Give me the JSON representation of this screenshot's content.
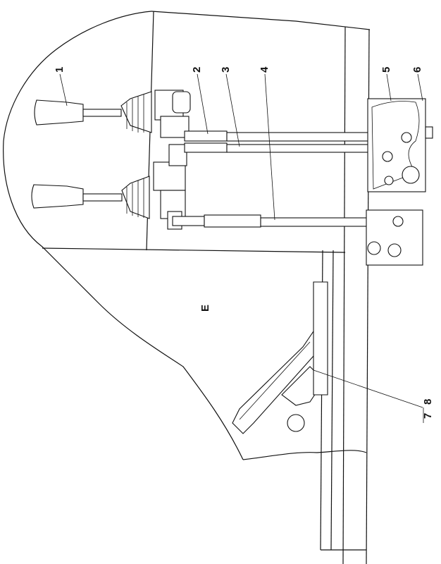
{
  "view_label": "E",
  "callouts": [
    {
      "id": "1",
      "text": "1"
    },
    {
      "id": "2",
      "text": "2"
    },
    {
      "id": "3",
      "text": "3"
    },
    {
      "id": "4",
      "text": "4"
    },
    {
      "id": "5",
      "text": "5"
    },
    {
      "id": "6",
      "text": "6"
    },
    {
      "id": "7",
      "text": "7"
    },
    {
      "id": "8",
      "text": "8"
    }
  ],
  "colors": {
    "ink": "#111111",
    "paper": "#ffffff"
  }
}
